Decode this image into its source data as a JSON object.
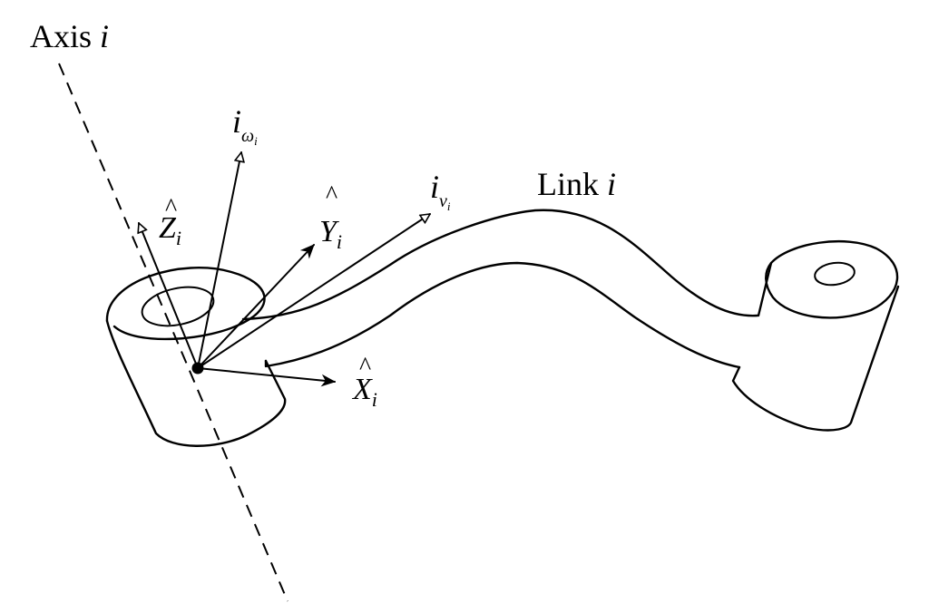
{
  "labels": {
    "axis": {
      "main": "Axis ",
      "var": "i"
    },
    "omega": {
      "base": "i",
      "sub": "ω",
      "subsub": "i"
    },
    "v": {
      "base": "i",
      "sub": "v",
      "subsub": "i"
    },
    "link": {
      "main": "Link ",
      "var": "i"
    },
    "z": {
      "hat": "^",
      "base": "Z",
      "sub": "i"
    },
    "y": {
      "hat": "^",
      "base": "Y",
      "sub": "i"
    },
    "x": {
      "hat": "^",
      "base": "X",
      "sub": "i"
    }
  }
}
